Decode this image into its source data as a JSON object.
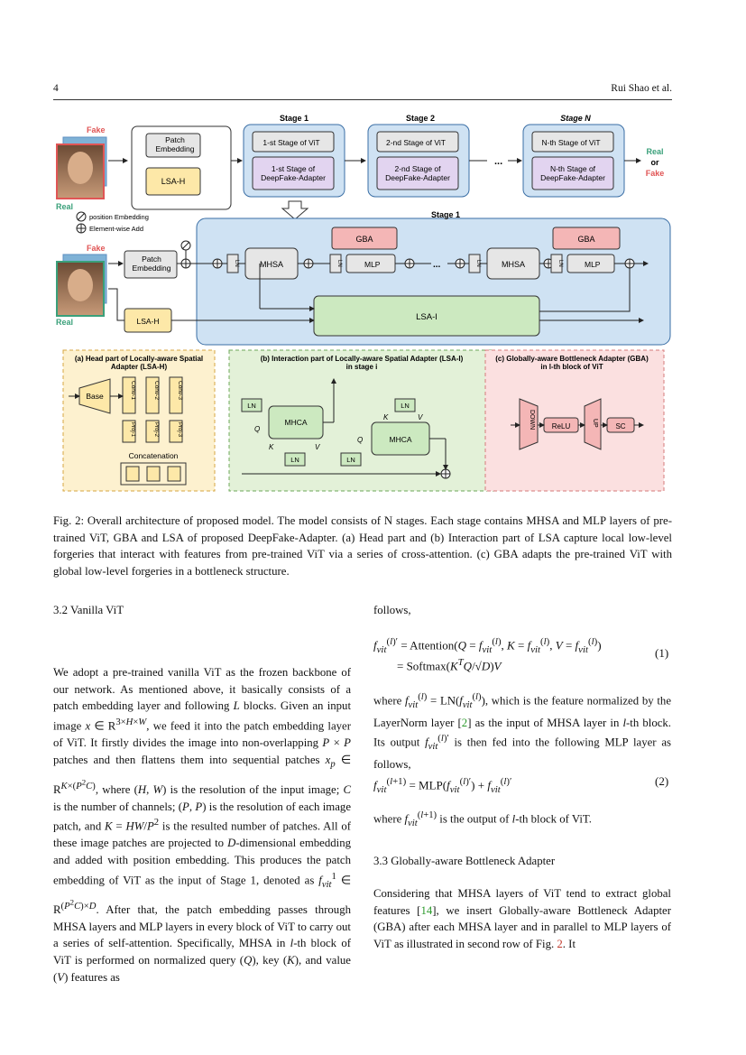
{
  "header": {
    "page_number": "4",
    "authors": "Rui Shao et al."
  },
  "figure": {
    "top_row": {
      "fake_label": "Fake",
      "real_label": "Real",
      "patch_embedding": "Patch\nEmbedding",
      "lsa_h": "LSA-H",
      "stage1_title": "Stage 1",
      "stage2_title": "Stage 2",
      "stageN_title": "Stage N",
      "stage1_vit": "1-st Stage of ViT",
      "stage1_adapter": "1-st Stage of\nDeepFake-Adapter",
      "stage2_vit": "2-nd Stage of ViT",
      "stage2_adapter": "2-nd Stage of\nDeepFake-Adapter",
      "stageN_vit": "N-th Stage of ViT",
      "stageN_adapter": "N-th Stage of\nDeepFake-Adapter",
      "ellipsis": "...",
      "out_real": "Real",
      "out_or": "or",
      "out_fake": "Fake"
    },
    "legend": {
      "pos_emb": "position Embedding",
      "add": "Element-wise Add"
    },
    "middle_row": {
      "stage_title": "Stage 1",
      "fake_label": "Fake",
      "real_label": "Real",
      "patch_embedding": "Patch\nEmbedding",
      "lsa_h": "LSA-H",
      "ln": "LN",
      "mhsa": "MHSA",
      "mlp": "MLP",
      "gba": "GBA",
      "lsa_i": "LSA-I",
      "dots": "..."
    },
    "panel_a": {
      "title": "(a) Head part of Locally-aware Spatial\nAdapter (LSA-H)",
      "base": "Base",
      "convs": [
        "Conv-1",
        "Conv-2",
        "Conv-3"
      ],
      "projs": [
        "Proj-1",
        "Proj-2",
        "Proj-3"
      ],
      "concat": "Concatenation"
    },
    "panel_b": {
      "title": "(b) Interaction part of Locally-aware Spatial Adapter (LSA-I)\nin stage i",
      "ln": "LN",
      "mhca": "MHCA",
      "q": "Q",
      "k": "K",
      "v": "V"
    },
    "panel_c": {
      "title": "(c) Globally-aware Bottleneck Adapter (GBA)\nin l-th block of ViT",
      "down": "DOWN",
      "relu": "ReLU",
      "up": "UP",
      "sc": "SC"
    },
    "colors": {
      "blue_fill": "#cfe2f3",
      "blue_stroke": "#3a6ea5",
      "yellow_fill": "#fde8a8",
      "green_fill": "#cce9c0",
      "red_fill": "#f4b6b6",
      "purple_fill": "#e2d4f0",
      "gray_fill": "#e6e6e6"
    }
  },
  "caption": "Fig. 2: Overall architecture of proposed model. The model consists of N stages. Each stage contains MHSA and MLP layers of pre-trained ViT, GBA and LSA of proposed DeepFake-Adapter. (a) Head part and (b) Interaction part of LSA capture local low-level forgeries that interact with features from pre-trained ViT via a series of cross-attention. (c) GBA adapts the pre-trained ViT with global low-level forgeries in a bottleneck structure.",
  "sections": {
    "s32": "3.2 Vanilla ViT",
    "s33": "3.3 Globally-aware Bottleneck Adapter",
    "follows": "follows,",
    "eq1_num": "(1)",
    "eq2_num": "(2)",
    "ref2": "2",
    "ref14": "14",
    "fig_ref": "2"
  }
}
